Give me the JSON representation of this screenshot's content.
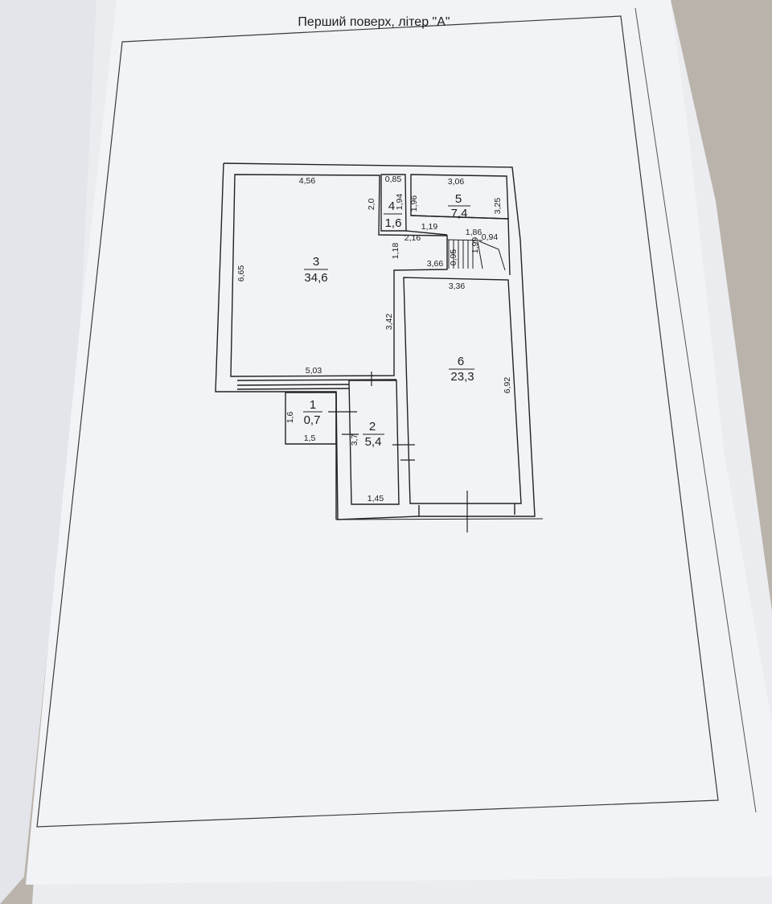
{
  "sheet": {
    "title": "Перший поверх, літер \"А\""
  },
  "rooms": [
    {
      "number": "1",
      "area": "0,7"
    },
    {
      "number": "2",
      "area": "5,4"
    },
    {
      "number": "3",
      "area": "34,6"
    },
    {
      "number": "4",
      "area": "1,6"
    },
    {
      "number": "5",
      "area": "7,4"
    },
    {
      "number": "6",
      "area": "23,3"
    }
  ],
  "dimensions": {
    "r3_top": "4,56",
    "r3_left": "6,65",
    "r3_bottom": "5,03",
    "r3_right": "3,42",
    "r3_step": "1,18",
    "r4_top": "0,85",
    "r4_left": "2,0",
    "r4_right": "1,94",
    "r5_left": "1,96",
    "r5_top": "3,06",
    "r5_right": "3,25",
    "corridor_a": "1,19",
    "corridor_b": "2,16",
    "stair_a": "1,86",
    "stair_b": "0,94",
    "stair_c": "0,95",
    "stair_d": "1,99",
    "r3_ledge": "3,66",
    "r6_top": "3,36",
    "r6_right": "6,92",
    "r1_left": "1,6",
    "r1_bottom": "1,5",
    "r2_left": "3,7",
    "r2_bottom": "1,45"
  }
}
